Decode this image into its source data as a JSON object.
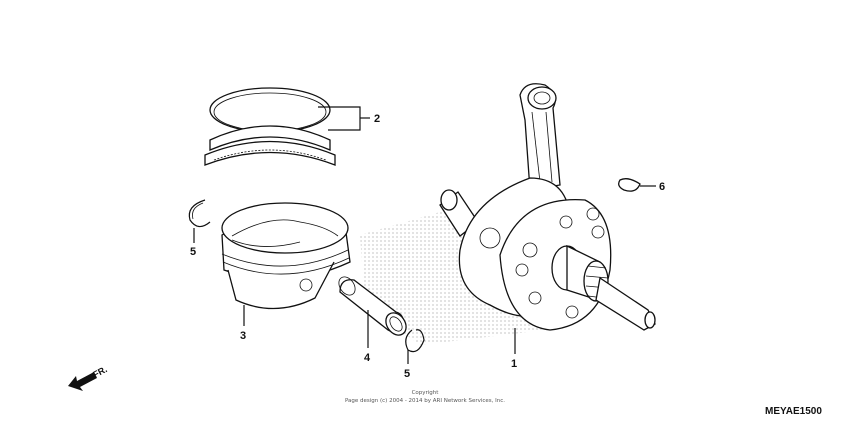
{
  "callouts": {
    "crankshaft": "1",
    "piston_rings": "2",
    "piston": "3",
    "piston_pin": "4",
    "clip_left": "5",
    "clip_right": "5",
    "key": "6"
  },
  "front_arrow_label": "FR.",
  "copyright": {
    "line1": "Copyright",
    "line2": "Page design (c) 2004 - 2014 by ARI Network Services, Inc."
  },
  "diagram_code": "MEYAE1500",
  "colors": {
    "line": "#111111",
    "watermark": "#d8d8d8",
    "background": "#ffffff"
  }
}
